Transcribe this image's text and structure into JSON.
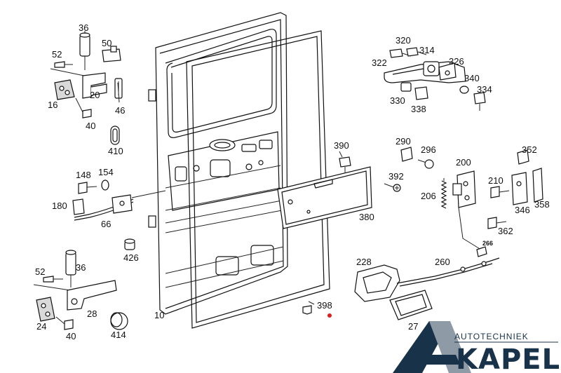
{
  "callouts": {
    "p10": "10",
    "p16": "16",
    "p20": "20",
    "p24": "24",
    "p28": "28",
    "p36a": "36",
    "p36b": "36",
    "p40a": "40",
    "p40b": "40",
    "p46": "46",
    "p50": "50",
    "p52a": "52",
    "p52b": "52",
    "p66": "66",
    "p148": "148",
    "p154": "154",
    "p180": "180",
    "p200": "200",
    "p206": "206",
    "p210": "210",
    "p228": "228",
    "p260": "260",
    "p266": "266",
    "p27x": "27",
    "p290": "290",
    "p296": "296",
    "p314": "314",
    "p320": "320",
    "p322": "322",
    "p326": "326",
    "p330": "330",
    "p334": "334",
    "p338": "338",
    "p340": "340",
    "p346": "346",
    "p352": "352",
    "p358": "358",
    "p362": "362",
    "p380": "380",
    "p390": "390",
    "p392": "392",
    "p398": "398",
    "p410": "410",
    "p414": "414",
    "p426": "426"
  },
  "logo": {
    "subtitle": "AUTOTECHNIEK",
    "brand": "KAPEL"
  },
  "colors": {
    "line": "#222222",
    "logo_dark": "#18324a",
    "logo_gray": "#8e9aa6",
    "marker_red": "#e01c1c"
  }
}
